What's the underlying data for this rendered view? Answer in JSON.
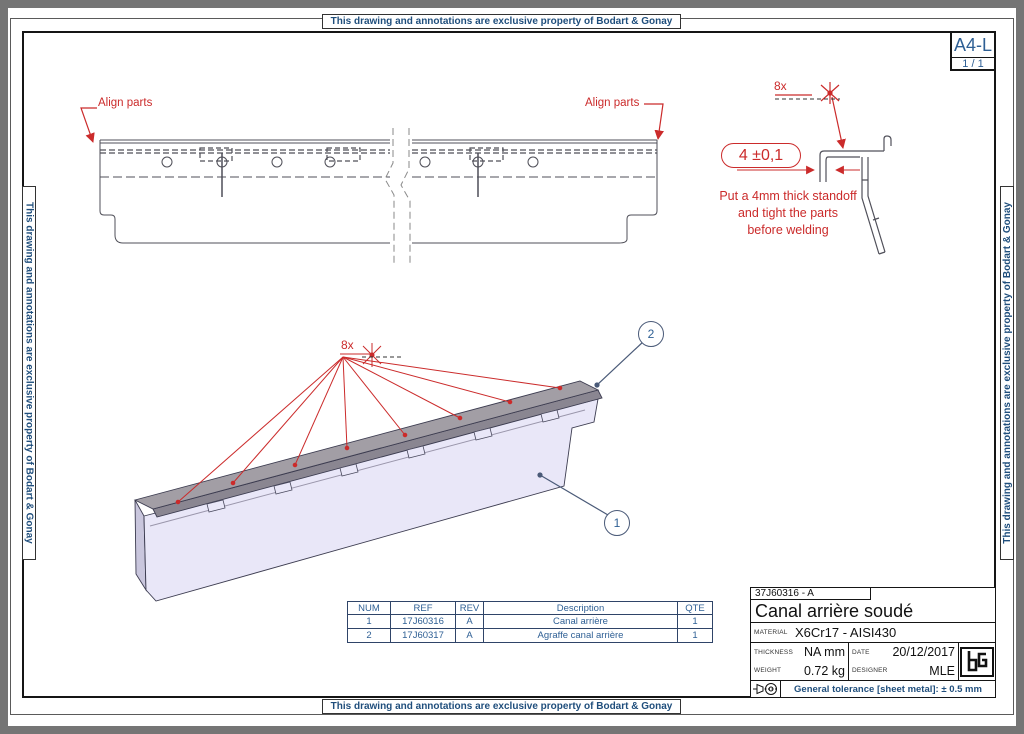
{
  "sheet": {
    "banner": "This drawing and annotations are exclusive property of Bodart & Gonay",
    "format": "A4-L",
    "page_number": "1 / 1"
  },
  "annotations": {
    "align_parts_left": "Align parts",
    "align_parts_right": "Align parts",
    "detail_count": "8x",
    "iso_count": "8x",
    "standoff_dim": "4 ±0,1",
    "note_line1": "Put a 4mm thick standoff",
    "note_line2": "and tight the parts",
    "note_line3": "before welding",
    "balloon1": "1",
    "balloon2": "2"
  },
  "bom": {
    "headers": [
      "NUM",
      "REF",
      "REV",
      "Description",
      "QTE"
    ],
    "rows": [
      [
        "1",
        "17J60316",
        "A",
        "Canal arrière",
        "1"
      ],
      [
        "2",
        "17J60317",
        "A",
        "Agraffe canal arrière",
        "1"
      ]
    ]
  },
  "title_block": {
    "drawing_number": "37J60316 - A",
    "title": "Canal arrière soudé",
    "material_label": "MATERIAL",
    "material": "X6Cr17 - AISI430",
    "thickness_label": "THICKNESS",
    "thickness": "NA mm",
    "weight_label": "WEIGHT",
    "weight": "0.72 kg",
    "date_label": "DATE",
    "date": "20/12/2017",
    "designer_label": "DESIGNER",
    "designer": "MLE",
    "logo_text": "bg",
    "tolerance": "General tolerance [sheet metal]: ± 0.5 mm"
  },
  "colors": {
    "accent_blue": "#1F4E7C",
    "table_blue": "#2E5F94",
    "annotation_red": "#CB2B2B",
    "part_fill": "#E9E7F8",
    "part_top": "#A29EA5"
  }
}
